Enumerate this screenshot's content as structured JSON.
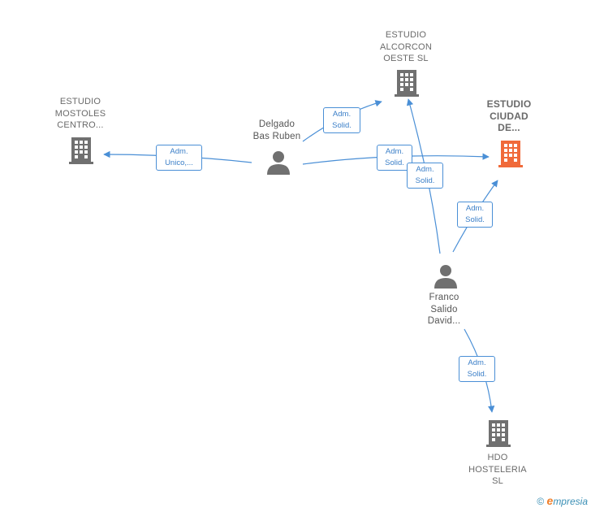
{
  "colors": {
    "edge": "#4a8fd6",
    "building": "#707070",
    "building_highlight": "#f06a3a",
    "person": "#707070"
  },
  "nodes": {
    "estudio_alcorcon": {
      "label_lines": [
        "ESTUDIO",
        "ALCORCON",
        "OESTE SL"
      ],
      "icon": "building-icon"
    },
    "estudio_mostoles": {
      "label_lines": [
        "ESTUDIO",
        "MOSTOLES",
        "CENTRO..."
      ],
      "icon": "building-icon"
    },
    "estudio_ciudad": {
      "label_lines": [
        "ESTUDIO",
        "CIUDAD",
        "DE..."
      ],
      "icon": "building-icon"
    },
    "delgado": {
      "label_lines": [
        "Delgado",
        "Bas Ruben"
      ],
      "icon": "person-icon"
    },
    "franco": {
      "label_lines": [
        "Franco",
        "Salido",
        "David..."
      ],
      "icon": "person-icon"
    },
    "hdo": {
      "label_lines": [
        "HDO",
        "HOSTELERIA",
        "SL"
      ],
      "icon": "building-icon"
    }
  },
  "edges": [
    {
      "from": "delgado",
      "to": "estudio_alcorcon",
      "label_lines": [
        "Adm.",
        "Solid."
      ]
    },
    {
      "from": "delgado",
      "to": "estudio_mostoles",
      "label_lines": [
        "Adm.",
        "Unico,..."
      ]
    },
    {
      "from": "delgado",
      "to": "estudio_ciudad",
      "label_lines": [
        "Adm.",
        "Solid."
      ]
    },
    {
      "from": "franco",
      "to": "estudio_alcorcon",
      "label_lines": [
        "Adm.",
        "Solid."
      ]
    },
    {
      "from": "franco",
      "to": "estudio_ciudad",
      "label_lines": [
        "Adm.",
        "Solid."
      ]
    },
    {
      "from": "franco",
      "to": "hdo",
      "label_lines": [
        "Adm.",
        "Solid."
      ]
    }
  ],
  "footer": {
    "copyright": "©",
    "brand_initial": "e",
    "brand_rest": "mpresia"
  }
}
